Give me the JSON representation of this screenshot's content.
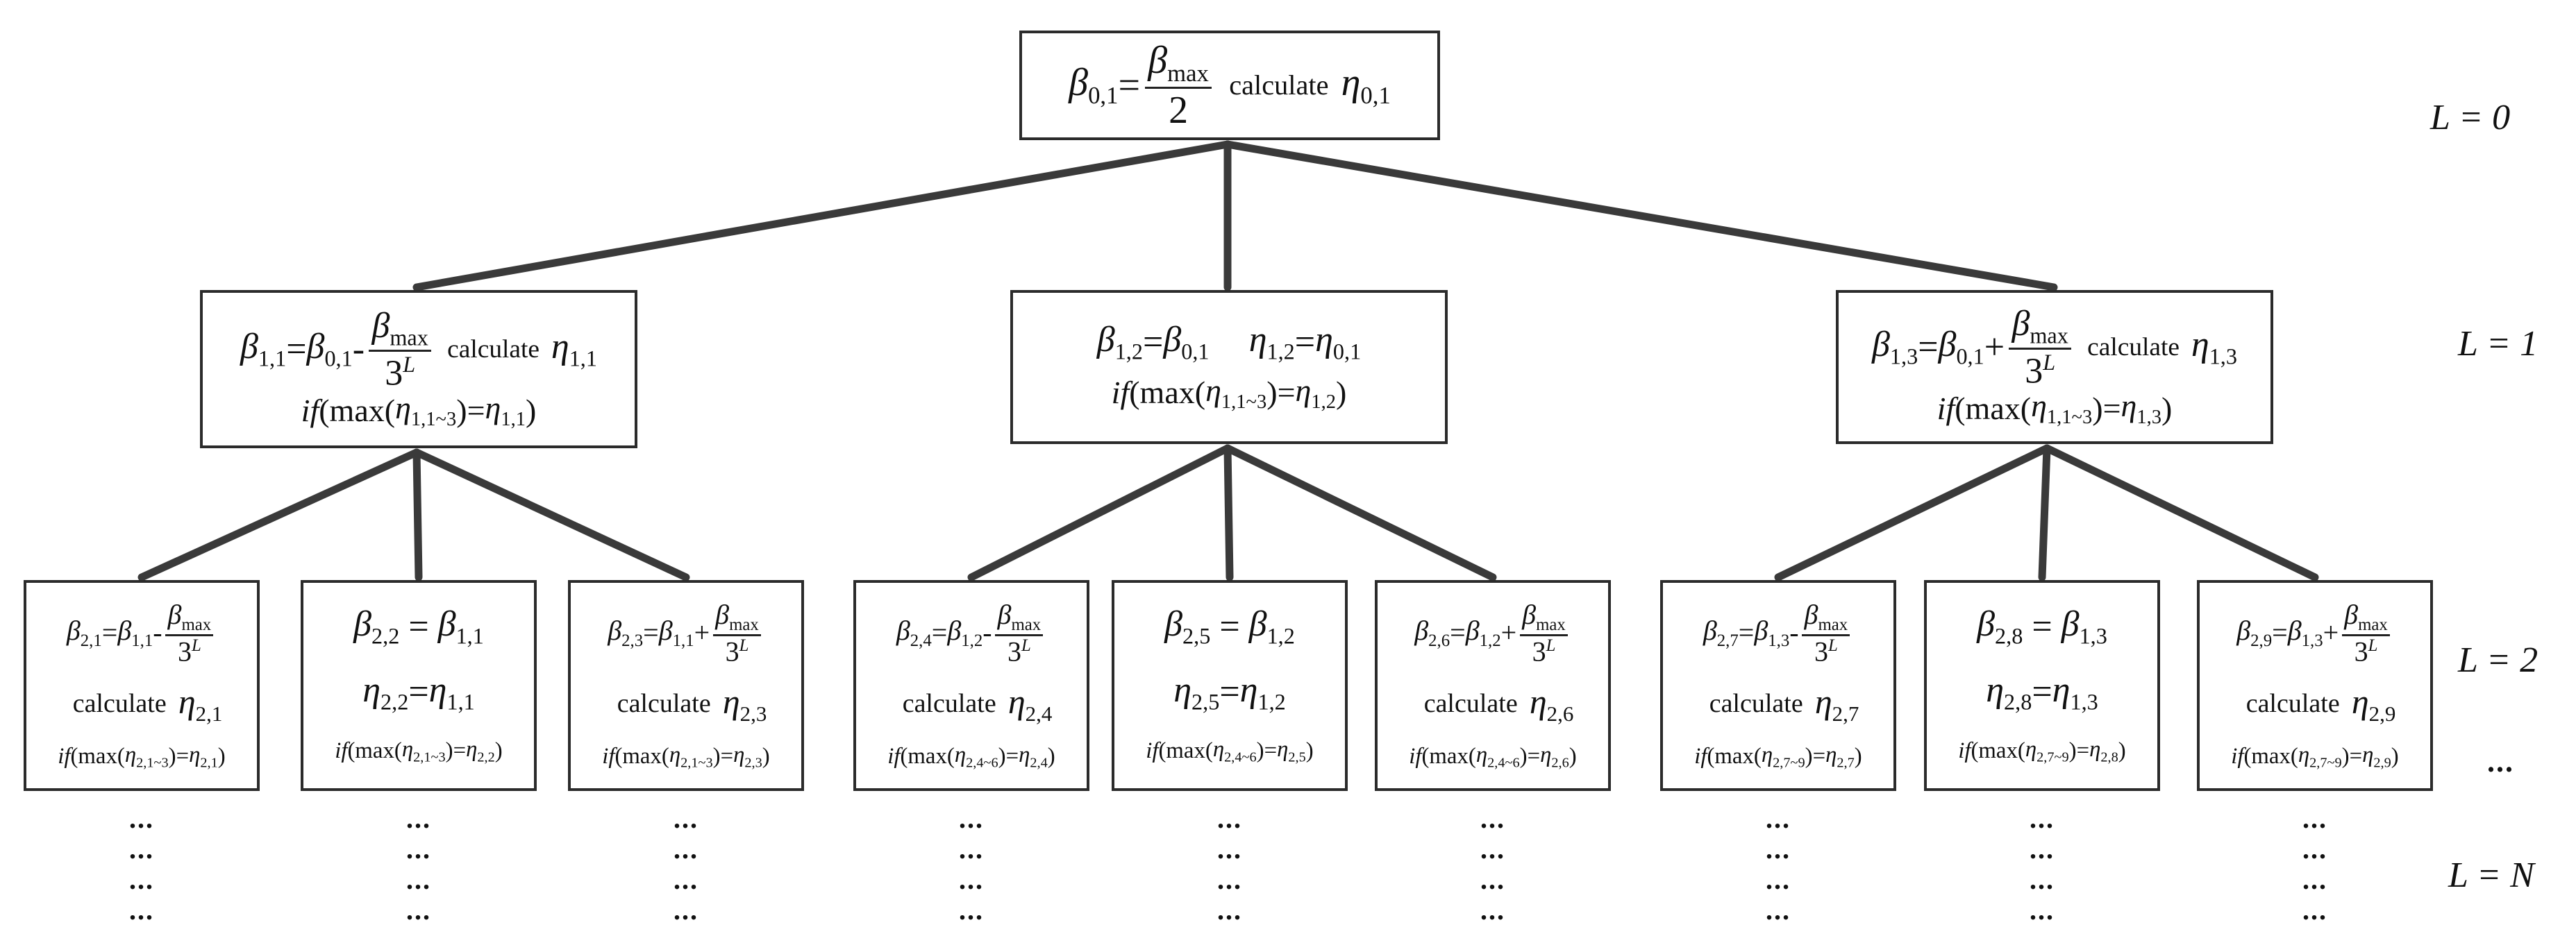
{
  "labels": {
    "calculate": "calculate",
    "if": "if",
    "max": "max",
    "beta": "β",
    "eta": "η",
    "approx_top": "max",
    "two": "2",
    "three": "3",
    "L": "L",
    "minus": "-",
    "plus": "+",
    "equals": "="
  },
  "levels": [
    {
      "text": "L = 0"
    },
    {
      "text": "L = 1"
    },
    {
      "text": "L = 2"
    },
    {
      "text": "L = N"
    }
  ],
  "level_dots": "...",
  "dots": "...",
  "nodes": {
    "root": {
      "beta": "0,1",
      "eta": "0,1"
    },
    "level1": [
      {
        "beta": "1,1",
        "base": "0,1",
        "op": "-",
        "eta": "1,1",
        "range": "1,1~3",
        "cond": "1,1"
      },
      {
        "beta": "1,2",
        "base": "0,1",
        "eta": "1,2",
        "eta_base": "0,1",
        "range": "1,1~3",
        "cond": "1,2"
      },
      {
        "beta": "1,3",
        "base": "0,1",
        "op": "+",
        "eta": "1,3",
        "range": "1,1~3",
        "cond": "1,3"
      }
    ],
    "level2": [
      {
        "beta": "2,1",
        "base": "1,1",
        "op": "-",
        "eta": "2,1",
        "range": "2,1~3",
        "cond": "2,1",
        "kind": "calc"
      },
      {
        "beta": "2,2",
        "base": "1,1",
        "eta": "2,2",
        "eta_base": "1,1",
        "range": "2,1~3",
        "cond": "2,2",
        "kind": "copy"
      },
      {
        "beta": "2,3",
        "base": "1,1",
        "op": "+",
        "eta": "2,3",
        "range": "2,1~3",
        "cond": "2,3",
        "kind": "calc"
      },
      {
        "beta": "2,4",
        "base": "1,2",
        "op": "-",
        "eta": "2,4",
        "range": "2,4~6",
        "cond": "2,4",
        "kind": "calc"
      },
      {
        "beta": "2,5",
        "base": "1,2",
        "eta": "2,5",
        "eta_base": "1,2",
        "range": "2,4~6",
        "cond": "2,5",
        "kind": "copy"
      },
      {
        "beta": "2,6",
        "base": "1,2",
        "op": "+",
        "eta": "2,6",
        "range": "2,4~6",
        "cond": "2,6",
        "kind": "calc"
      },
      {
        "beta": "2,7",
        "base": "1,3",
        "op": "-",
        "eta": "2,7",
        "range": "2,7~9",
        "cond": "2,7",
        "kind": "calc"
      },
      {
        "beta": "2,8",
        "base": "1,3",
        "eta": "2,8",
        "eta_base": "1,3",
        "range": "2,7~9",
        "cond": "2,8",
        "kind": "copy"
      },
      {
        "beta": "2,9",
        "base": "1,3",
        "op": "+",
        "eta": "2,9",
        "range": "2,7~9",
        "cond": "2,9",
        "kind": "calc"
      }
    ]
  }
}
